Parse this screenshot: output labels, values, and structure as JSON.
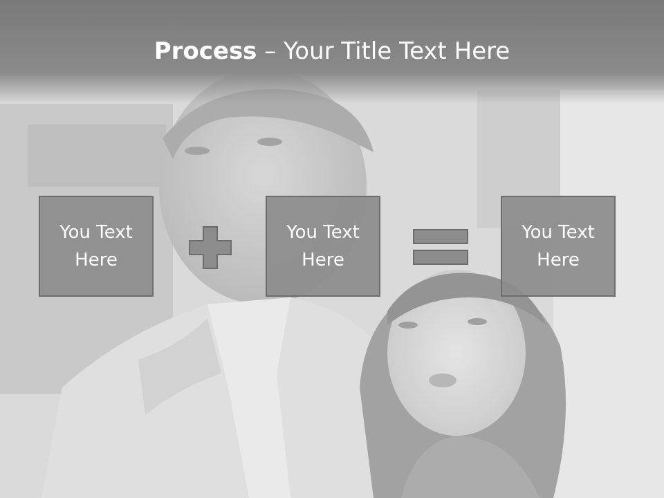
{
  "title": {
    "bold": "Process",
    "rest": " – Your Title Text Here"
  },
  "boxes": [
    {
      "text": "You Text Here"
    },
    {
      "text": "You Text Here"
    },
    {
      "text": "You Text Here"
    }
  ],
  "operators": [
    {
      "icon": "plus-icon"
    },
    {
      "icon": "equals-icon"
    }
  ],
  "colors": {
    "box_fill": "#8c8c8c",
    "box_border": "#6c6c6c",
    "title_band": "#7a7a7a",
    "text": "#ffffff"
  }
}
